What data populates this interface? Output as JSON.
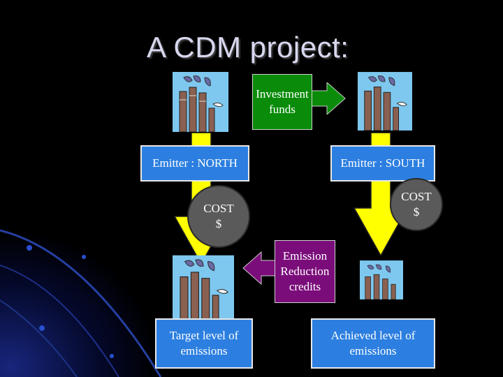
{
  "slide": {
    "title": "A CDM project:"
  },
  "labels": {
    "investment": "Investment\nfunds",
    "emitter_north": "Emitter : NORTH",
    "emitter_south": "Emitter : SOUTH",
    "cost_left": "COST\n$",
    "cost_right": "COST\n$",
    "erc": "Emission\nReduction\ncredits",
    "target": "Target level of\nemissions",
    "achieved": "Achieved level of\nemissions"
  },
  "colors": {
    "blue_box": "#2c7fe0",
    "green_box": "#0a8c0a",
    "purple_box": "#7b0d7b",
    "yellow_arrow": "#ffff00",
    "cost_circle": "#5a5a5a"
  },
  "icons": [
    "factory-icon"
  ]
}
